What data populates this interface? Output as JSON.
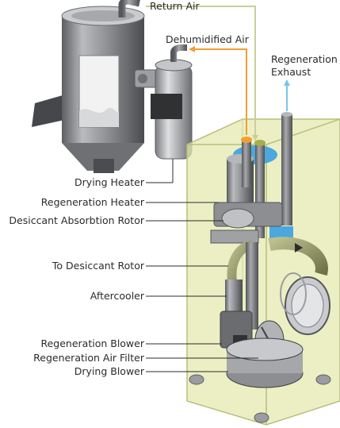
{
  "callouts": {
    "return_air": "Return Air",
    "dehumidified_air": "Dehumidified Air",
    "regeneration_exhaust_line1": "Regeneration",
    "regeneration_exhaust_line2": "Exhaust"
  },
  "components": [
    {
      "label": "Drying Heater"
    },
    {
      "label": "Regeneration Heater"
    },
    {
      "label": "Desiccant Absorbtion Rotor"
    },
    {
      "label": "To Desiccant Rotor"
    },
    {
      "label": "Aftercooler"
    },
    {
      "label": "Regeneration Blower"
    },
    {
      "label": "Regeneration Air Filter"
    },
    {
      "label": "Drying Blower"
    }
  ],
  "colors": {
    "return_air_line": "#c9cf9a",
    "dehumidified_air_line": "#f0a030",
    "regeneration_exhaust_line": "#7cc3e8",
    "cabinet_fill": "#e6eab0",
    "cabinet_edge": "#b8bf7a",
    "metal_dark": "#5f6164",
    "metal_mid": "#9a9c9f",
    "metal_light": "#d6d7d9"
  }
}
